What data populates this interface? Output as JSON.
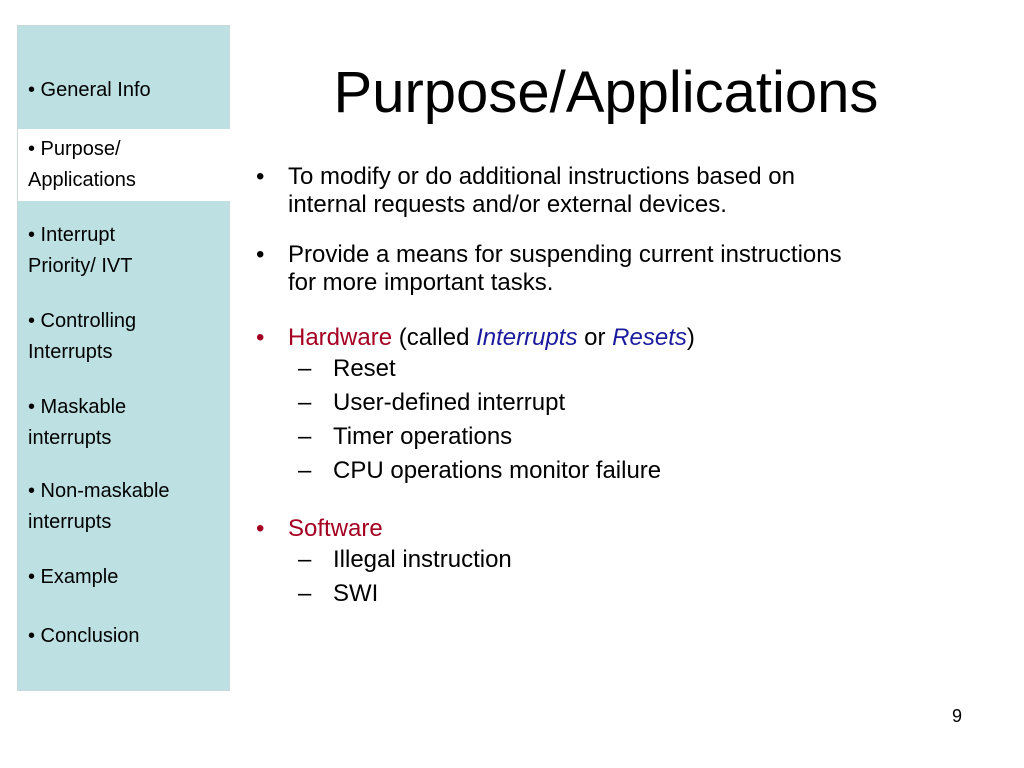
{
  "sidebar": {
    "items": [
      {
        "label_lines": [
          "• General Info"
        ]
      },
      {
        "label_lines": [
          "• Purpose/",
          "Applications"
        ],
        "active": true
      },
      {
        "label_lines": [
          "• Interrupt",
          "Priority/ IVT"
        ]
      },
      {
        "label_lines": [
          "• Controlling",
          "Interrupts"
        ]
      },
      {
        "label_lines": [
          "• Maskable",
          "interrupts"
        ]
      },
      {
        "label_lines": [
          "• Non-maskable",
          "interrupts"
        ]
      },
      {
        "label_lines": [
          "• Example"
        ]
      },
      {
        "label_lines": [
          "• Conclusion"
        ]
      }
    ]
  },
  "slide": {
    "title": "Purpose/Applications",
    "bullet_mark": "•",
    "dash_mark": "–",
    "bullets": [
      {
        "line1": "To modify or do additional instructions based on",
        "line2": "internal requests and/or external devices."
      },
      {
        "line1": "Provide a means for suspending current instructions",
        "line2": "for more important tasks."
      }
    ],
    "hardware": {
      "label": "Hardware",
      "pre": " (called ",
      "interrupts": "Interrupts",
      "or": " or ",
      "resets": "Resets",
      "close": ")",
      "subitems": [
        "Reset",
        "User-defined interrupt",
        "Timer operations",
        "CPU operations monitor failure"
      ]
    },
    "software": {
      "label": "Software",
      "subitems": [
        "Illegal instruction",
        "SWI"
      ]
    },
    "page_number": "9"
  },
  "colors": {
    "sidebar_bg": "#bde0e3",
    "active_bg": "#ffffff",
    "accent_red": "#a50021",
    "accent_blue": "#1a1a9e"
  }
}
